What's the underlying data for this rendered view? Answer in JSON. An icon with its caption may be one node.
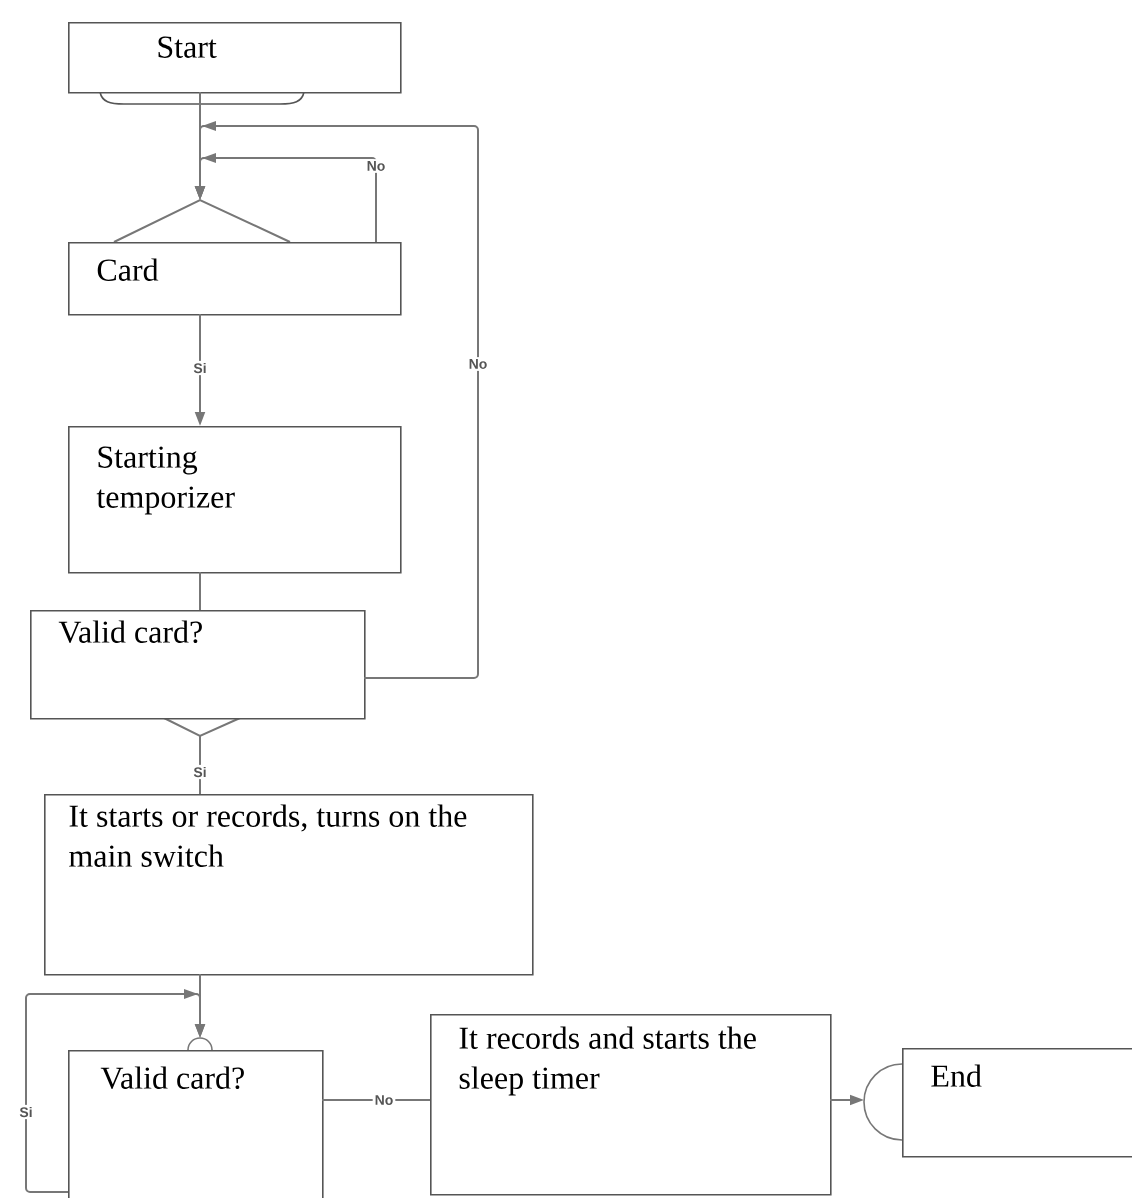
{
  "diagram": {
    "nodes": [
      {
        "text": [
          "Start"
        ]
      },
      {
        "text": [
          "Card"
        ]
      },
      {
        "text": [
          "Starting temporizer"
        ]
      },
      {
        "text": [
          "Valid card?"
        ]
      },
      {
        "text": [
          "It starts or records, turns on the main switch"
        ]
      },
      {
        "text": [
          "Valid card?"
        ]
      },
      {
        "text": [
          "It records and starts the sleep timer"
        ]
      },
      {
        "text": [
          "End"
        ]
      }
    ],
    "edges": [
      {
        "from": 0,
        "to": 1,
        "arrow": "to"
      },
      {
        "from": 1,
        "to": 1,
        "arrow": "to",
        "label": "No"
      },
      {
        "from": 1,
        "to": 2,
        "arrow": "to",
        "label": "Si"
      },
      {
        "from": 2,
        "to": 3,
        "arrow": "none"
      },
      {
        "from": 3,
        "to": 1,
        "arrow": "to",
        "label": "No"
      },
      {
        "from": 3,
        "to": 4,
        "arrow": "none",
        "label": "Si"
      },
      {
        "from": 4,
        "to": 5,
        "arrow": "to"
      },
      {
        "from": 5,
        "to": 5,
        "arrow": "to",
        "label": "Si"
      },
      {
        "from": 5,
        "to": 6,
        "arrow": "none",
        "label": "No"
      },
      {
        "from": 6,
        "to": 7,
        "arrow": "to"
      }
    ]
  }
}
